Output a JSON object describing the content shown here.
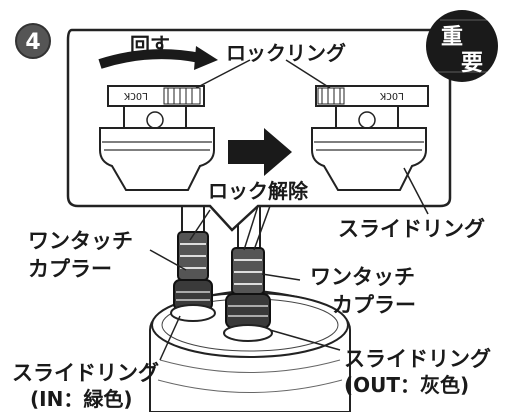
{
  "step_number": "4",
  "badge": {
    "line1": "重",
    "line2": "要"
  },
  "labels": {
    "rotate": "回す",
    "lock_ring": "ロックリング",
    "lock_release": "ロック解除",
    "slide_ring_top": "スライドリング",
    "one_touch_left_1": "ワンタッチ",
    "one_touch_left_2": "カプラー",
    "one_touch_right_1": "ワンタッチ",
    "one_touch_right_2": "カプラー",
    "slide_ring_in_1": "スライドリング",
    "slide_ring_in_2": "(IN：緑色)",
    "slide_ring_out_1": "スライドリング",
    "slide_ring_out_2": "(OUT：灰色)"
  },
  "ring_text": {
    "left": "LOCK",
    "right": "LOCK"
  }
}
